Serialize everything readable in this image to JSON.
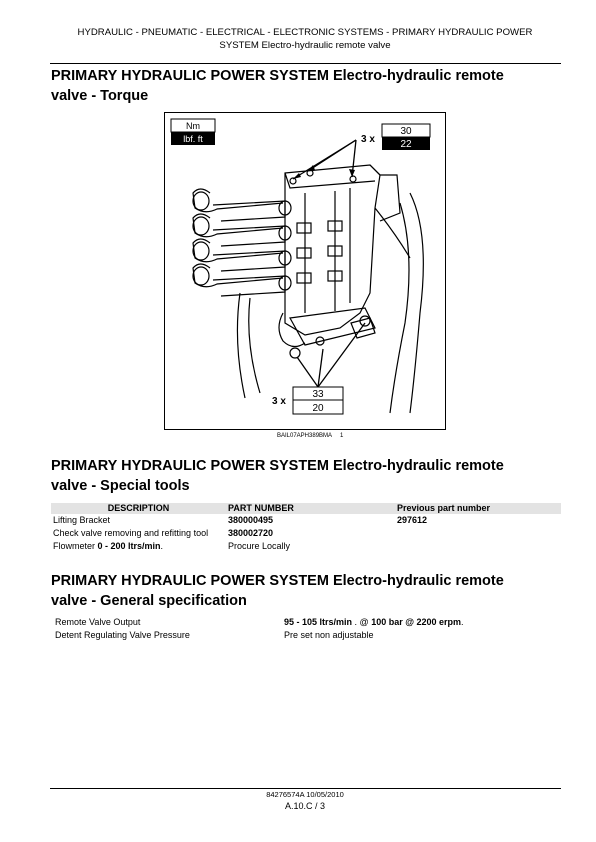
{
  "header": {
    "line1": "HYDRAULIC - PNEUMATIC - ELECTRICAL - ELECTRONIC SYSTEMS - PRIMARY HYDRAULIC POWER",
    "line2": "SYSTEM Electro-hydraulic remote valve"
  },
  "sections": {
    "torque_title_1": "PRIMARY HYDRAULIC POWER SYSTEM Electro-hydraulic remote",
    "torque_title_2": "valve - Torque",
    "tools_title_1": "PRIMARY HYDRAULIC POWER SYSTEM Electro-hydraulic remote",
    "tools_title_2": "valve - Special tools",
    "spec_title_1": "PRIMARY HYDRAULIC POWER SYSTEM Electro-hydraulic remote",
    "spec_title_2": "valve - General specification"
  },
  "figure": {
    "legend_nm": "Nm",
    "legend_lbf": "lbf. ft",
    "top_qty": "3 x",
    "top_nm": "30",
    "top_lbf": "22",
    "bottom_qty": "3 x",
    "bottom_nm": "33",
    "bottom_lbf": "20",
    "caption_code": "BAIL07APH389BMA",
    "caption_num": "1"
  },
  "tools_table": {
    "headers": [
      "DESCRIPTION",
      "PART NUMBER",
      "Previous part number"
    ],
    "rows": [
      {
        "desc": "Lifting Bracket",
        "part": "380000495",
        "prev": "297612"
      },
      {
        "desc": "Check valve removing and refitting tool",
        "part": "380002720",
        "prev": ""
      },
      {
        "desc_pre": "Flowmeter ",
        "desc_bold": "0 - 200 ltrs/min",
        "desc_post": ".",
        "part": "Procure Locally",
        "prev": ""
      }
    ]
  },
  "spec": {
    "row1_label": "Remote Valve Output",
    "row1_v1": "95 - 105 ltrs/min",
    "row1_v2": " . @ ",
    "row1_v3": "100 bar @ 2200 erpm",
    "row1_v4": ".",
    "row2_label": "Detent Regulating Valve Pressure",
    "row2_value": "Pre set non adjustable"
  },
  "footer": {
    "doc_number": "84276574A 10/05/2010",
    "page": "A.10.C / 3"
  }
}
